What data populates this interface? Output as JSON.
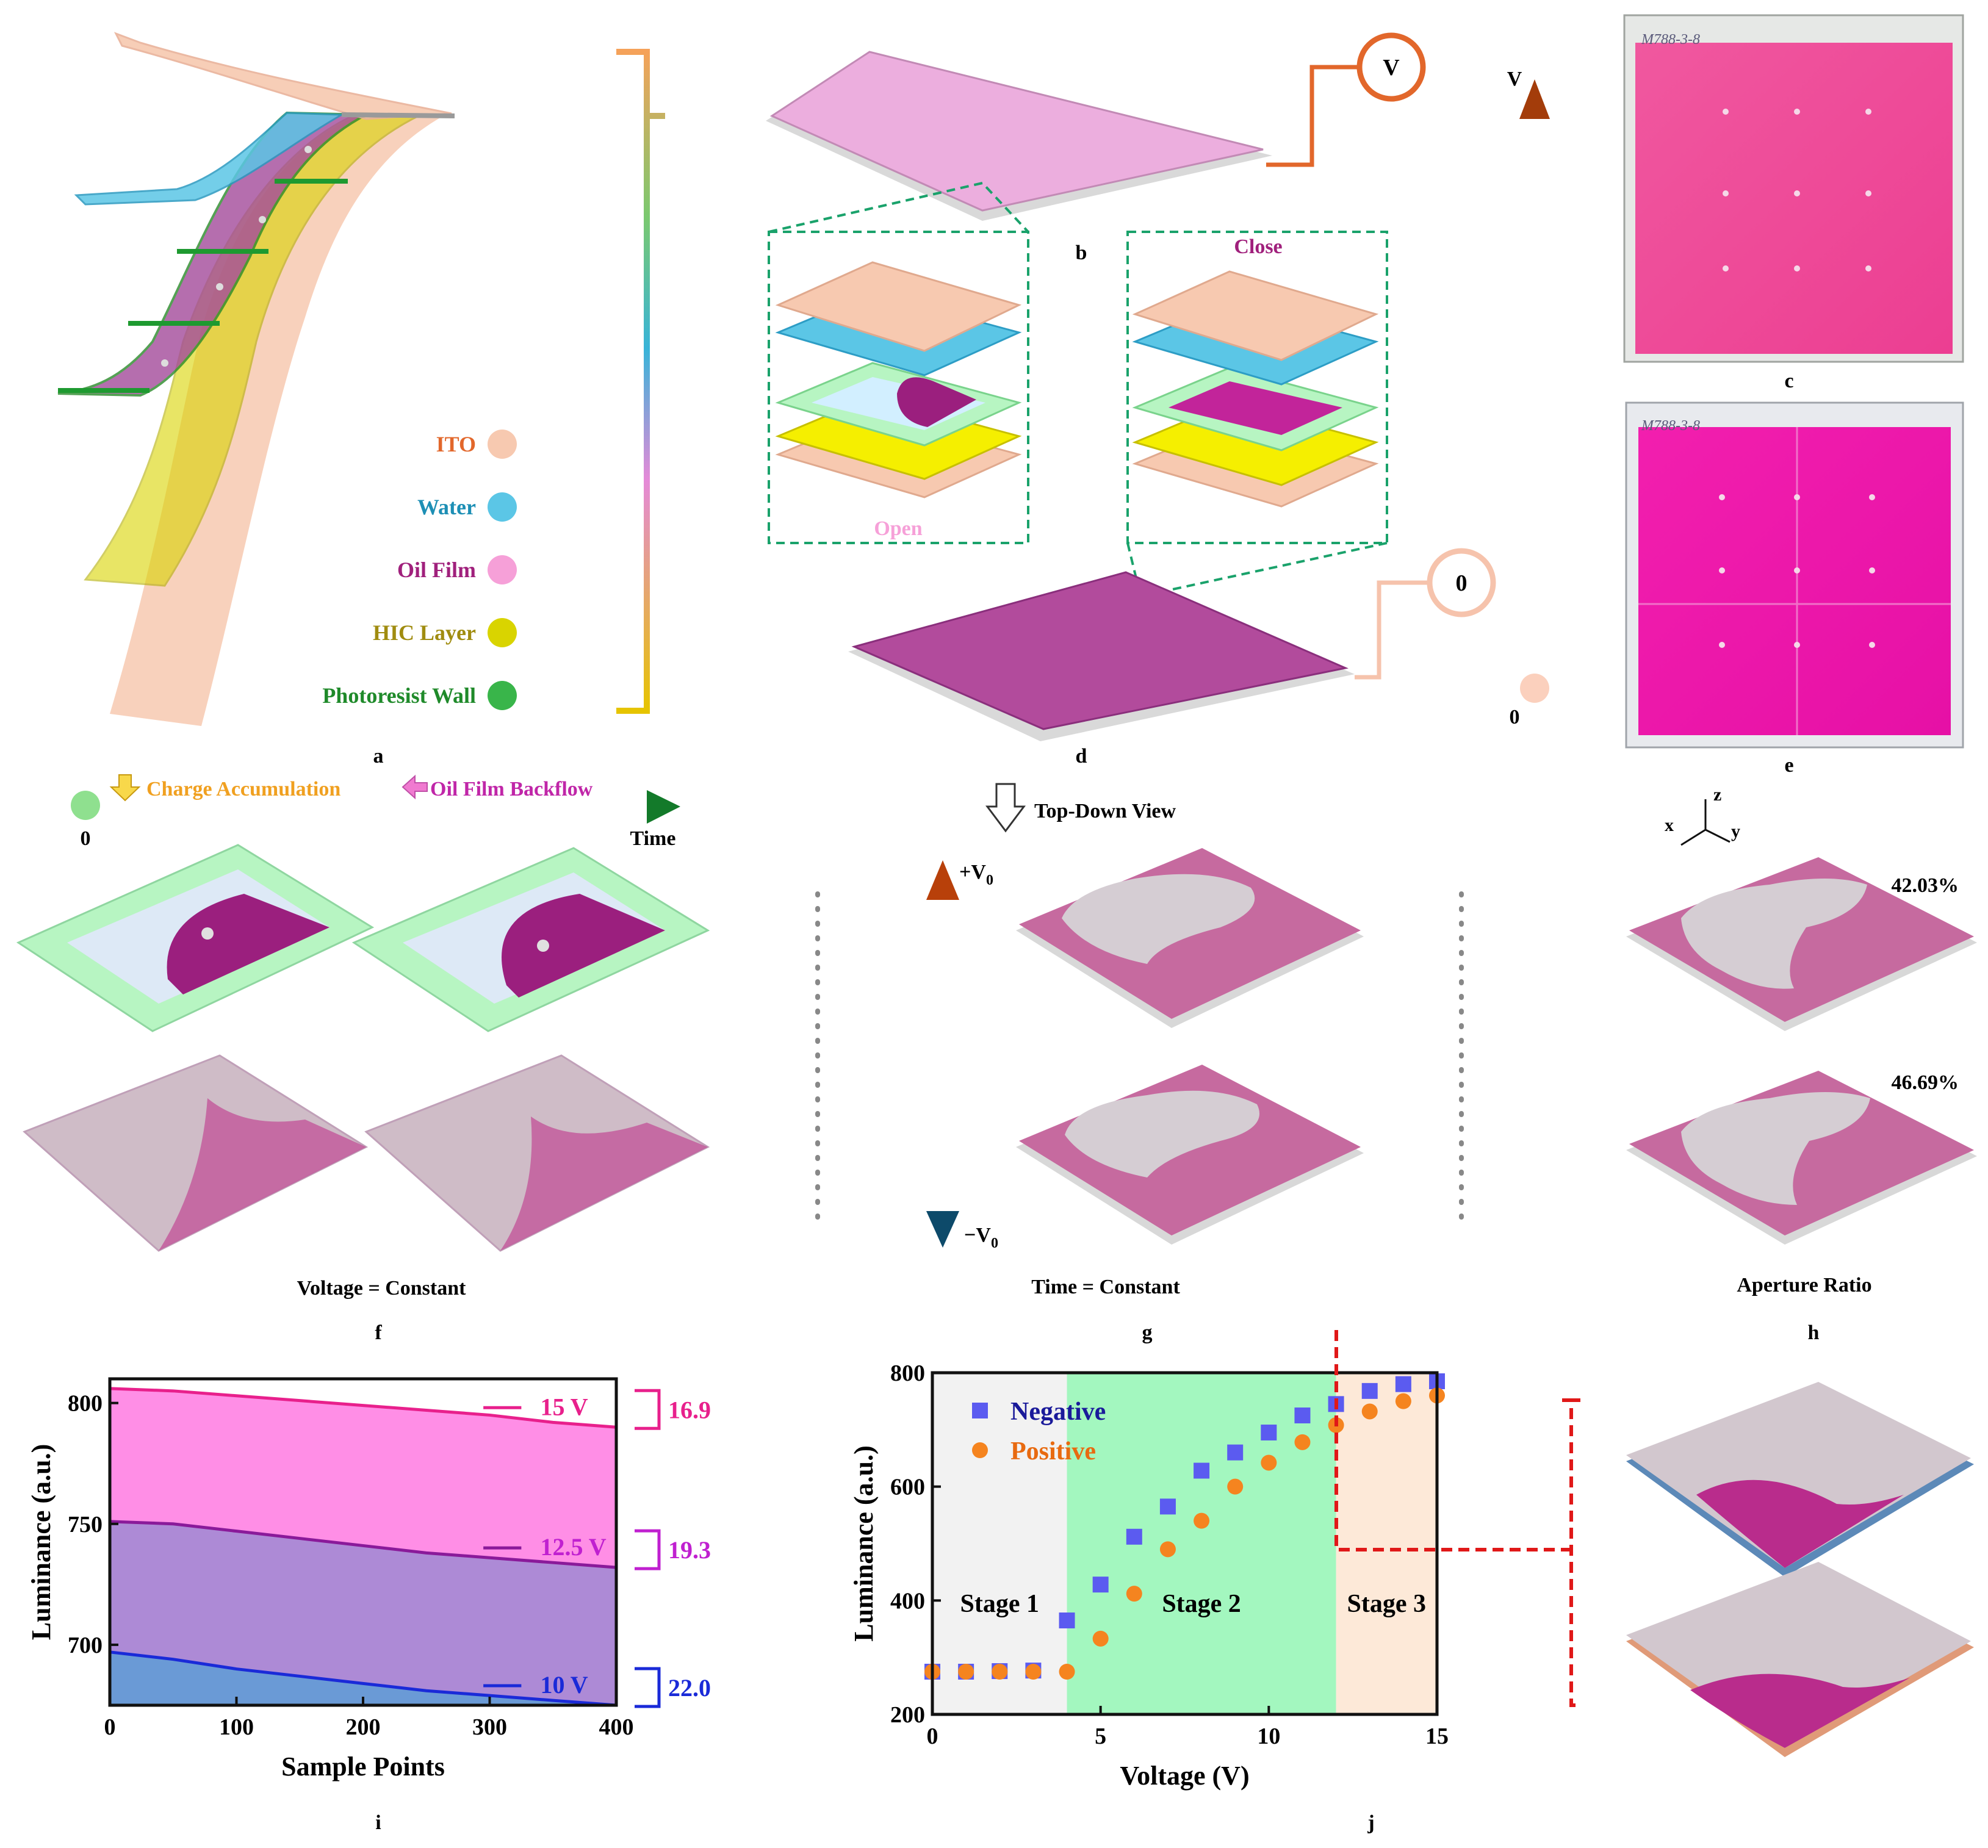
{
  "colors": {
    "ito": "#f7c9b0",
    "water": "#5bc6e6",
    "oil": "#f6a0d8",
    "hic": "#d9d400",
    "wall": "#39b54a",
    "magenta": "#ff1aa8",
    "ito_label": "#e2672b",
    "water_label": "#1d8fb5",
    "oil_label": "#a0207c",
    "hic_label": "#a08c10",
    "wall_label": "#1f8a2a",
    "neg": "#5b5bf0",
    "pos": "#f5841f"
  },
  "panel_labels": {
    "a": "a",
    "b": "b",
    "c": "c",
    "d": "d",
    "e": "e",
    "f": "f",
    "g": "g",
    "h": "h",
    "i": "i",
    "j": "j"
  },
  "panel_a": {
    "legend": [
      {
        "label": "ITO",
        "color": "#f7c9b0",
        "text_color": "#e2672b"
      },
      {
        "label": "Water",
        "color": "#5bc6e6",
        "text_color": "#1d8fb5"
      },
      {
        "label": "Oil Film",
        "color": "#f6a0d8",
        "text_color": "#a0207c"
      },
      {
        "label": "HIC Layer",
        "color": "#d9d400",
        "text_color": "#a08c10"
      },
      {
        "label": "Photoresist Wall",
        "color": "#39b54a",
        "text_color": "#1f8a2a"
      }
    ]
  },
  "panel_bd": {
    "v_label": "V",
    "zero_label": "0",
    "open_label": "Open",
    "close_label": "Close",
    "arrow_top": "V",
    "arrow_bottom": "0"
  },
  "panel_f": {
    "legend_charge": "Charge Accumulation",
    "legend_backflow": "Oil Film Backflow",
    "time_start": "0",
    "time_end": "Time",
    "caption": "Voltage = Constant"
  },
  "panel_g": {
    "header": "Top-Down View",
    "pos_label": "+V",
    "neg_label": "−V",
    "subscript": "0",
    "caption": "Time = Constant"
  },
  "panel_h": {
    "axes_x": "x",
    "axes_y": "y",
    "axes_z": "z",
    "ratio_top": "42.03%",
    "ratio_bottom": "46.69%",
    "caption": "Aperture Ratio"
  },
  "chart_data": [
    {
      "type": "area",
      "xlabel": "Sample Points",
      "ylabel": "Luminance (a.u.)",
      "xlim": [
        0,
        400
      ],
      "ylim": [
        675,
        810
      ],
      "xticks": [
        "0",
        "100",
        "200",
        "300",
        "400"
      ],
      "yticks": [
        "700",
        "750",
        "800"
      ],
      "series": [
        {
          "name": "15 V",
          "x": [
            0,
            50,
            100,
            150,
            200,
            250,
            300,
            350,
            400
          ],
          "values": [
            806,
            805,
            803,
            801,
            799,
            797,
            795,
            792,
            790
          ],
          "drop": "16.9",
          "fill": "#ff8ee6",
          "line": "#e8208c",
          "label_color": "#e8208c"
        },
        {
          "name": "12.5 V",
          "x": [
            0,
            50,
            100,
            150,
            200,
            250,
            300,
            350,
            400
          ],
          "values": [
            751,
            750,
            747,
            744,
            741,
            738,
            736,
            734,
            732
          ],
          "drop": "19.3",
          "fill": "#ad8ad6",
          "line": "#8a1a9a",
          "label_color": "#c020d0"
        },
        {
          "name": "10 V",
          "x": [
            0,
            50,
            100,
            150,
            200,
            250,
            300,
            350,
            400
          ],
          "values": [
            697,
            694,
            690,
            687,
            684,
            681,
            679,
            677,
            675
          ],
          "drop": "22.0",
          "fill": "#6a9ad6",
          "line": "#1a2ad8",
          "label_color": "#1a2ad8"
        }
      ]
    },
    {
      "type": "scatter",
      "xlabel": "Voltage (V)",
      "ylabel": "Luminance (a.u.)",
      "xlim": [
        0,
        15
      ],
      "ylim": [
        200,
        800
      ],
      "xticks": [
        "0",
        "5",
        "10",
        "15"
      ],
      "yticks": [
        "200",
        "400",
        "600",
        "800"
      ],
      "stages": [
        {
          "name": "Stage 1",
          "from": 0,
          "to": 4,
          "fill": "#f2f2f2"
        },
        {
          "name": "Stage 2",
          "from": 4,
          "to": 12,
          "fill": "#a3f7bf"
        },
        {
          "name": "Stage 3",
          "from": 12,
          "to": 15,
          "fill": "#fde9d8"
        }
      ],
      "series": [
        {
          "name": "Negative",
          "marker": "square",
          "color": "#5b5bf0",
          "label_color": "#1a1a9a",
          "x": [
            0,
            1,
            2,
            3,
            4,
            5,
            6,
            7,
            8,
            9,
            10,
            11,
            12,
            13,
            14,
            15
          ],
          "values": [
            275,
            275,
            276,
            277,
            365,
            428,
            512,
            565,
            628,
            660,
            695,
            725,
            745,
            768,
            780,
            785
          ]
        },
        {
          "name": "Positive",
          "marker": "circle",
          "color": "#f5841f",
          "label_color": "#e86a10",
          "x": [
            0,
            1,
            2,
            3,
            4,
            5,
            6,
            7,
            8,
            9,
            10,
            11,
            12,
            13,
            14,
            15
          ],
          "values": [
            275,
            275,
            275,
            275,
            275,
            333,
            412,
            490,
            540,
            600,
            642,
            678,
            708,
            732,
            750,
            760
          ]
        }
      ]
    }
  ]
}
